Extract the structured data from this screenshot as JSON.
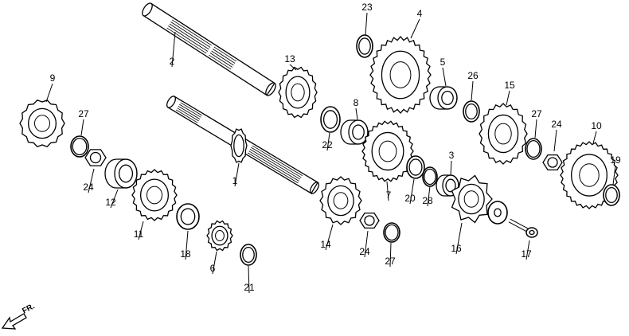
{
  "diagram": {
    "direction_label": "FR.",
    "parts": [
      {
        "id": "p1",
        "number": "1"
      },
      {
        "id": "p2",
        "number": "2"
      },
      {
        "id": "p3",
        "number": "3"
      },
      {
        "id": "p4",
        "number": "4"
      },
      {
        "id": "p5",
        "number": "5"
      },
      {
        "id": "p6",
        "number": "6"
      },
      {
        "id": "p7",
        "number": "7"
      },
      {
        "id": "p8",
        "number": "8"
      },
      {
        "id": "p9",
        "number": "9"
      },
      {
        "id": "p10",
        "number": "10"
      },
      {
        "id": "p11",
        "number": "11"
      },
      {
        "id": "p12",
        "number": "12"
      },
      {
        "id": "p13",
        "number": "13"
      },
      {
        "id": "p14",
        "number": "14"
      },
      {
        "id": "p15",
        "number": "15"
      },
      {
        "id": "p16",
        "number": "16"
      },
      {
        "id": "p17",
        "number": "17"
      },
      {
        "id": "p18",
        "number": "18"
      },
      {
        "id": "p19",
        "number": "19"
      },
      {
        "id": "p20",
        "number": "20"
      },
      {
        "id": "p21",
        "number": "21"
      },
      {
        "id": "p22",
        "number": "22"
      },
      {
        "id": "p23",
        "number": "23"
      },
      {
        "id": "p24a",
        "number": "24"
      },
      {
        "id": "p24b",
        "number": "24"
      },
      {
        "id": "p24c",
        "number": "24"
      },
      {
        "id": "p26",
        "number": "26"
      },
      {
        "id": "p27a",
        "number": "27"
      },
      {
        "id": "p27b",
        "number": "27"
      },
      {
        "id": "p27c",
        "number": "27"
      },
      {
        "id": "p28",
        "number": "28"
      }
    ]
  }
}
